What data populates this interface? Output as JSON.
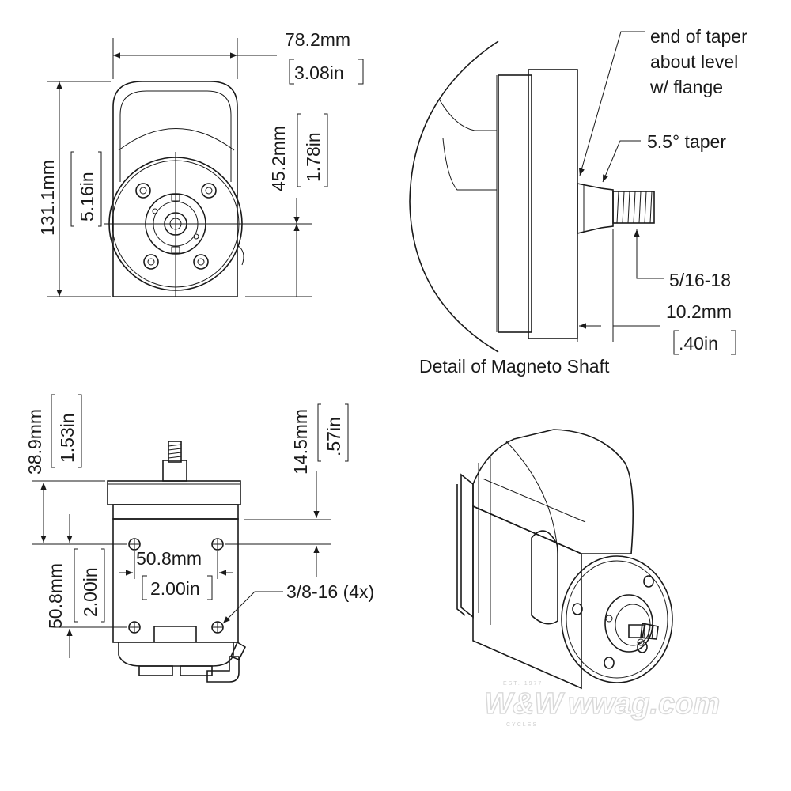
{
  "front_view": {
    "width_mm": "78.2mm",
    "width_in": "3.08in",
    "height_mm": "131.1mm",
    "height_in": "5.16in",
    "center_mm": "45.2mm",
    "center_in": "1.78in"
  },
  "detail_view": {
    "note_taper_line1": "end of taper",
    "note_taper_line2": "about level",
    "note_taper_line3": "w/ flange",
    "taper_angle": "5.5° taper",
    "thread": "5/16-18",
    "shaft_mm": "10.2mm",
    "shaft_in": ".40in",
    "caption": "Detail of Magneto Shaft"
  },
  "bottom_view": {
    "top_mm": "38.9mm",
    "top_in": "1.53in",
    "offset_mm": "14.5mm",
    "offset_in": ".57in",
    "hole_spacing_h_mm": "50.8mm",
    "hole_spacing_h_in": "2.00in",
    "hole_spacing_v_mm": "50.8mm",
    "hole_spacing_v_in": "2.00in",
    "thread_note": "3/8-16 (4x)"
  },
  "watermark": {
    "brand": "W&W",
    "site": "wwag.com"
  }
}
